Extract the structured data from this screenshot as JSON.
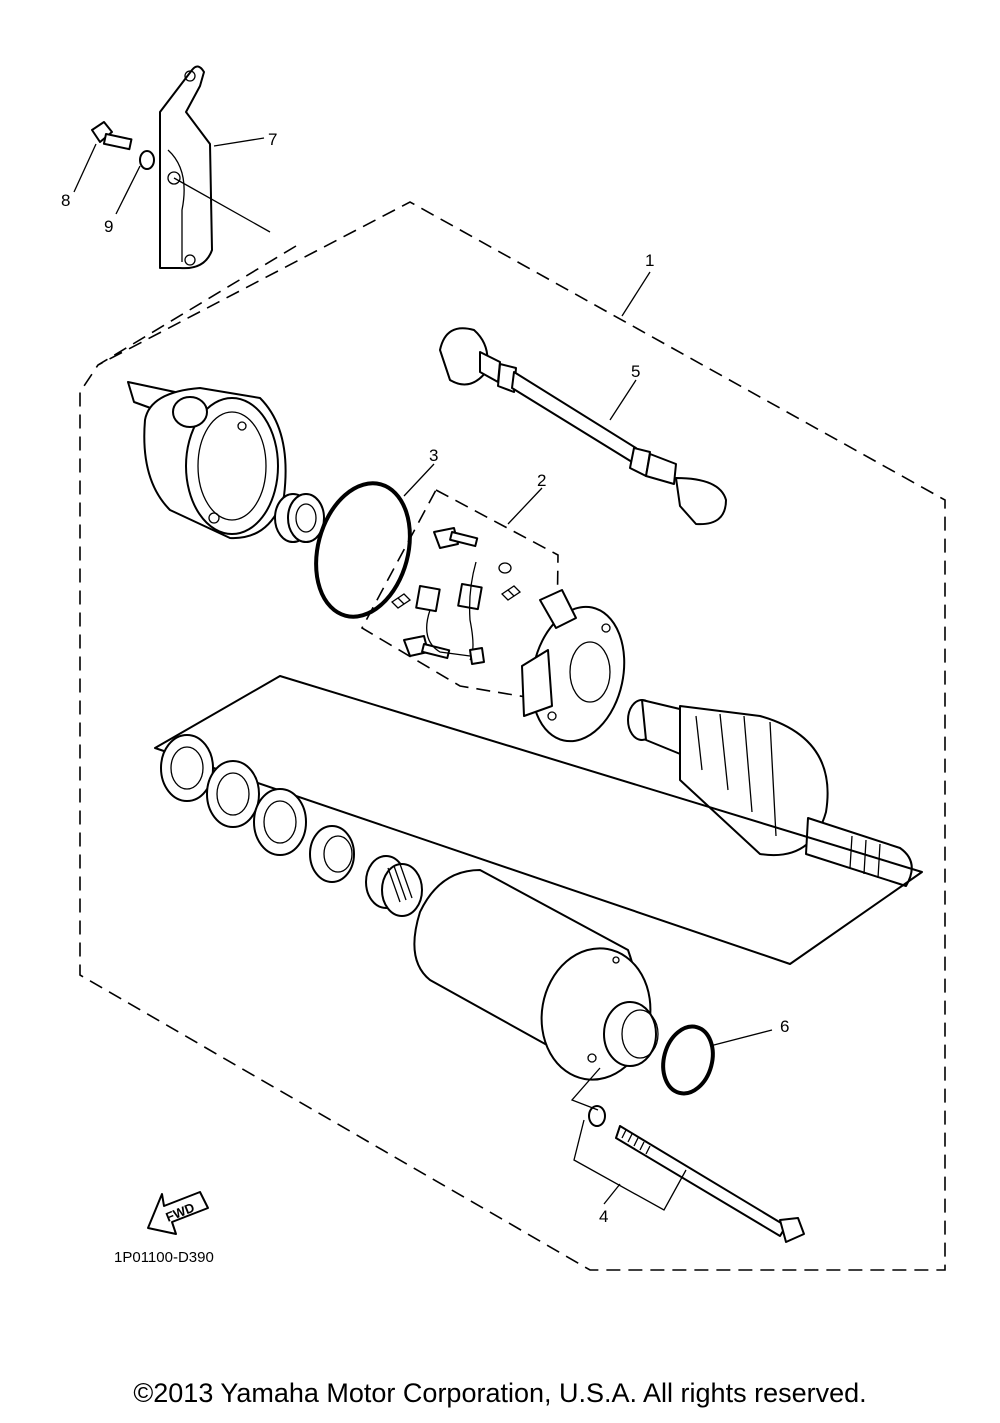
{
  "callouts": {
    "c1": "1",
    "c2": "2",
    "c3": "3",
    "c4": "4",
    "c5": "5",
    "c6": "6",
    "c7": "7",
    "c8": "8",
    "c9": "9"
  },
  "fwd_label": "FWD",
  "diagram_code": "1P01100-D390",
  "copyright": "©2013 Yamaha Motor Corporation, U.S.A. All rights reserved."
}
